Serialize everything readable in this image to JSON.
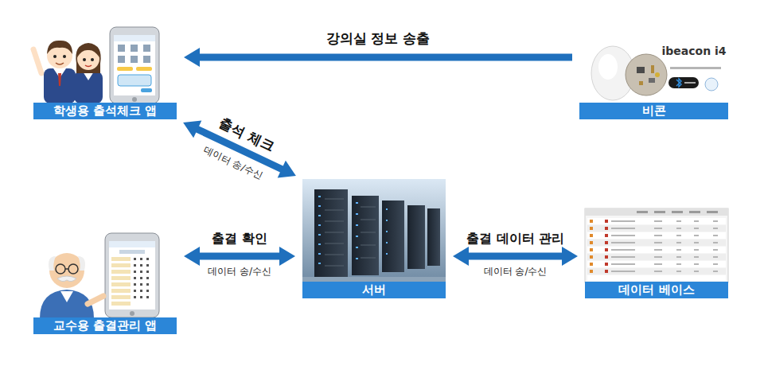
{
  "diagram": {
    "nodes": [
      {
        "text": [
          "학생용 출석체크 앱"
        ]
      },
      {
        "text": [
          "비콘"
        ]
      },
      {
        "text": [
          "서버"
        ]
      },
      {
        "text": [
          "교수용 출결관리 앱"
        ]
      },
      {
        "text": [
          "데이터 베이스"
        ]
      }
    ],
    "edges": [
      {
        "from": 1,
        "to": 0,
        "arrow": "to",
        "label": "강의실 정보 송출"
      },
      {
        "from": 0,
        "to": 2,
        "arrow": "both",
        "label": "출석 체크"
      },
      {
        "from": 3,
        "to": 2,
        "arrow": "both",
        "label": "출결 확인"
      },
      {
        "from": 2,
        "to": 4,
        "arrow": "both",
        "label": "출결 데이터 관리"
      }
    ],
    "labels": [
      "데이터 송/수신",
      "데이터 송/수신",
      "데이터 송/수신",
      "ibeacon i4"
    ]
  }
}
